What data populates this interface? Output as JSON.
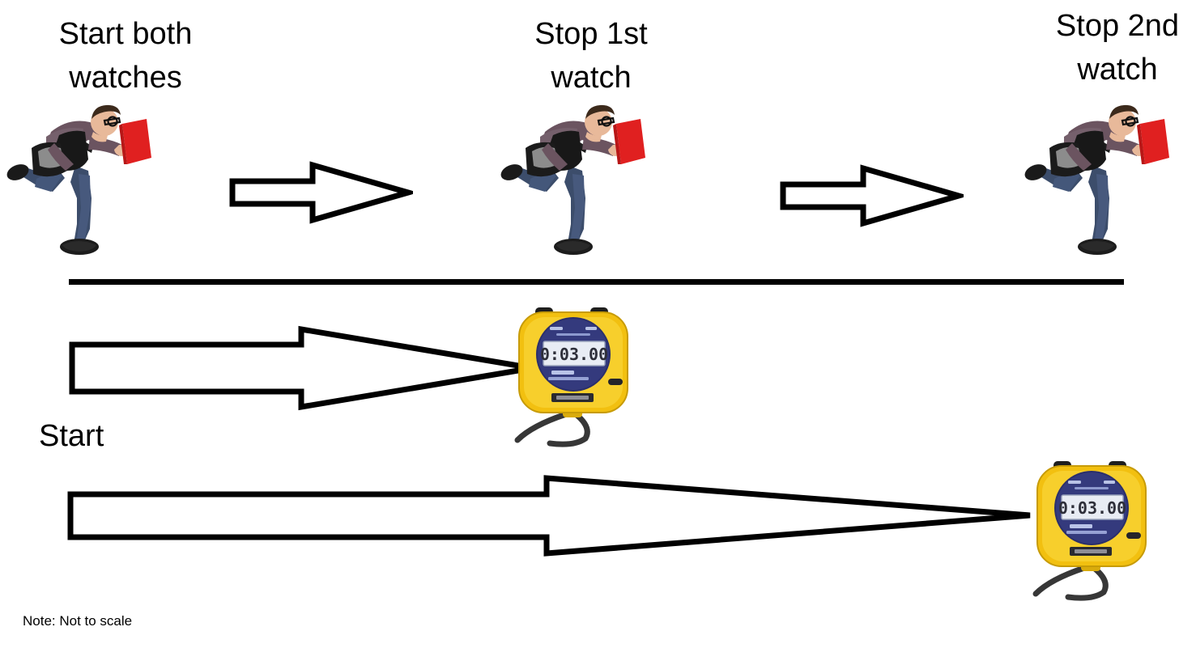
{
  "diagram": {
    "title_note": "Note: Not to scale",
    "labels": {
      "start_both": "Start both\nwatches",
      "stop_first": "Stop 1st\nwatch",
      "stop_second": "Stop 2nd\nwatch",
      "start": "Start"
    },
    "runners": [
      {
        "name": "runner-start",
        "alt": "running-man-with-bag-and-red-folder"
      },
      {
        "name": "runner-mid",
        "alt": "running-man-with-bag-and-red-folder"
      },
      {
        "name": "runner-end",
        "alt": "running-man-with-bag-and-red-folder"
      }
    ],
    "stopwatches": [
      {
        "name": "stopwatch-first",
        "display": "0:03.00",
        "body_color": "#f2c010",
        "face_color": "#2b2f6b",
        "lcd_color": "#e8ecf4"
      },
      {
        "name": "stopwatch-second",
        "display": "0:03.00",
        "body_color": "#f2c010",
        "face_color": "#2b2f6b",
        "lcd_color": "#e8ecf4"
      }
    ],
    "arrows": [
      {
        "name": "motion-arrow-1",
        "direction": "right",
        "style": "block"
      },
      {
        "name": "motion-arrow-2",
        "direction": "right",
        "style": "block"
      },
      {
        "name": "timing-arrow-first-watch",
        "direction": "right",
        "style": "tapered"
      },
      {
        "name": "timing-arrow-second-watch",
        "direction": "right",
        "style": "tapered"
      }
    ],
    "divider": {
      "name": "timeline-divider",
      "color": "#000000"
    },
    "colors": {
      "ink": "#000000",
      "paper": "#ffffff",
      "folder_red": "#e02020",
      "shirt_purple": "#6b5460",
      "jeans_blue": "#3c4d6b",
      "watch_yellow": "#f2c010"
    }
  }
}
